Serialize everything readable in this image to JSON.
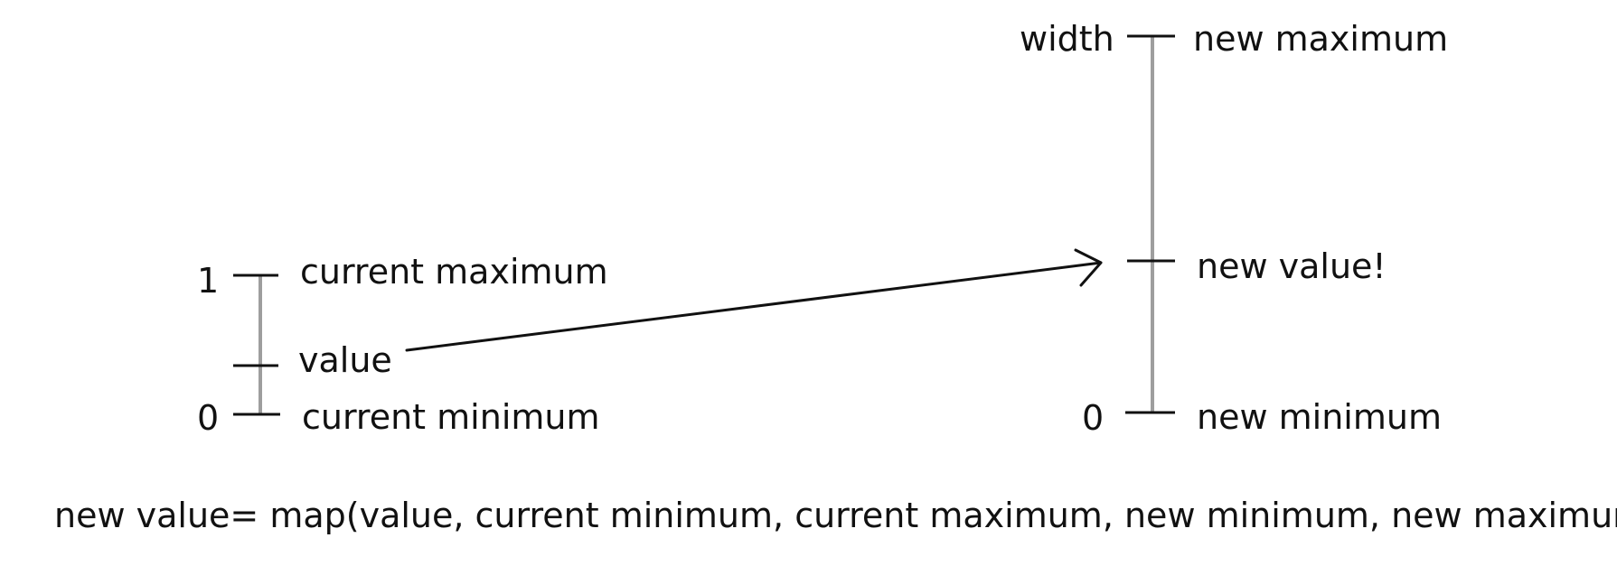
{
  "source_scale": {
    "top_label": "1",
    "top_description": "current maximum",
    "mid_description": "value",
    "bottom_label": "0",
    "bottom_description": "current minimum"
  },
  "target_scale": {
    "top_label": "width",
    "top_description": "new maximum",
    "mid_description": "new value!",
    "bottom_label": "0",
    "bottom_description": "new minimum"
  },
  "formula": "new value= map(value, current minimum, current maximum, new minimum, new maximum",
  "colors": {
    "ink": "#111111",
    "scale_line": "#9e9e9e"
  }
}
